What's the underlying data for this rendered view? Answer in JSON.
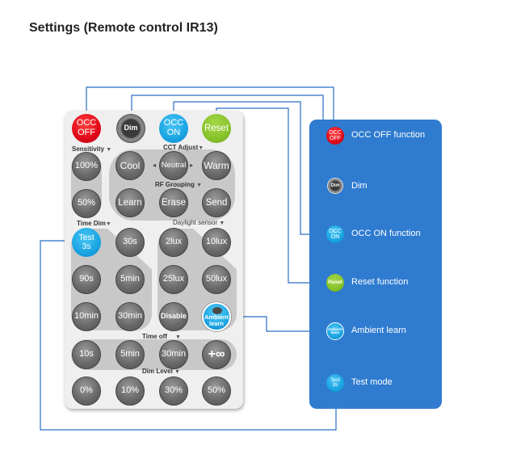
{
  "page": {
    "title": "Settings (Remote control IR13)"
  },
  "remote": {
    "top_buttons": {
      "occ_off": "OCC\nOFF",
      "dim": "Dim",
      "occ_on": "OCC\nON",
      "reset": "Reset"
    },
    "sections": {
      "sensitivity": "Sensitivity",
      "cct_adjust": "CCT Adjust",
      "rf_grouping": "RF Grouping",
      "time_dim": "Time Dim",
      "daylight_sensor": "Daylight sensor",
      "time_off": "Time off",
      "dim_level": "Dim Level"
    },
    "sensitivity_buttons": [
      "100%",
      "50%"
    ],
    "cct_buttons": {
      "cool": "Cool",
      "neutral": "Neutral",
      "warm": "Warm"
    },
    "rf_buttons": [
      "Learn",
      "Erase",
      "Send"
    ],
    "time_dim_buttons": [
      "Test\n3s",
      "30s",
      "90s",
      "5min",
      "10min",
      "30min"
    ],
    "daylight_buttons": [
      "2lux",
      "10lux",
      "25lux",
      "50lux",
      "Disable",
      "Ambient\nlearn"
    ],
    "time_off_buttons": [
      "10s",
      "5min",
      "30min",
      "+∞"
    ],
    "dim_level_buttons": [
      "0%",
      "10%",
      "30%",
      "50%"
    ]
  },
  "legend": {
    "items": [
      {
        "icon": "OCC\nOFF",
        "label": "OCC OFF function"
      },
      {
        "icon": "Dim",
        "label": "Dim"
      },
      {
        "icon": "OCC\nON",
        "label": "OCC ON function"
      },
      {
        "icon": "Reset",
        "label": "Reset function"
      },
      {
        "icon": "Ambient\nlearn",
        "label": "Ambient learn"
      },
      {
        "icon": "Test\n3s",
        "label": "Test mode"
      }
    ]
  },
  "colors": {
    "panel": "#2f7bd0",
    "wire": "#2a6fc4",
    "red": "#e00818",
    "cyan": "#1aa4e2",
    "green": "#86c22a",
    "gray": "#6a6a6a"
  }
}
